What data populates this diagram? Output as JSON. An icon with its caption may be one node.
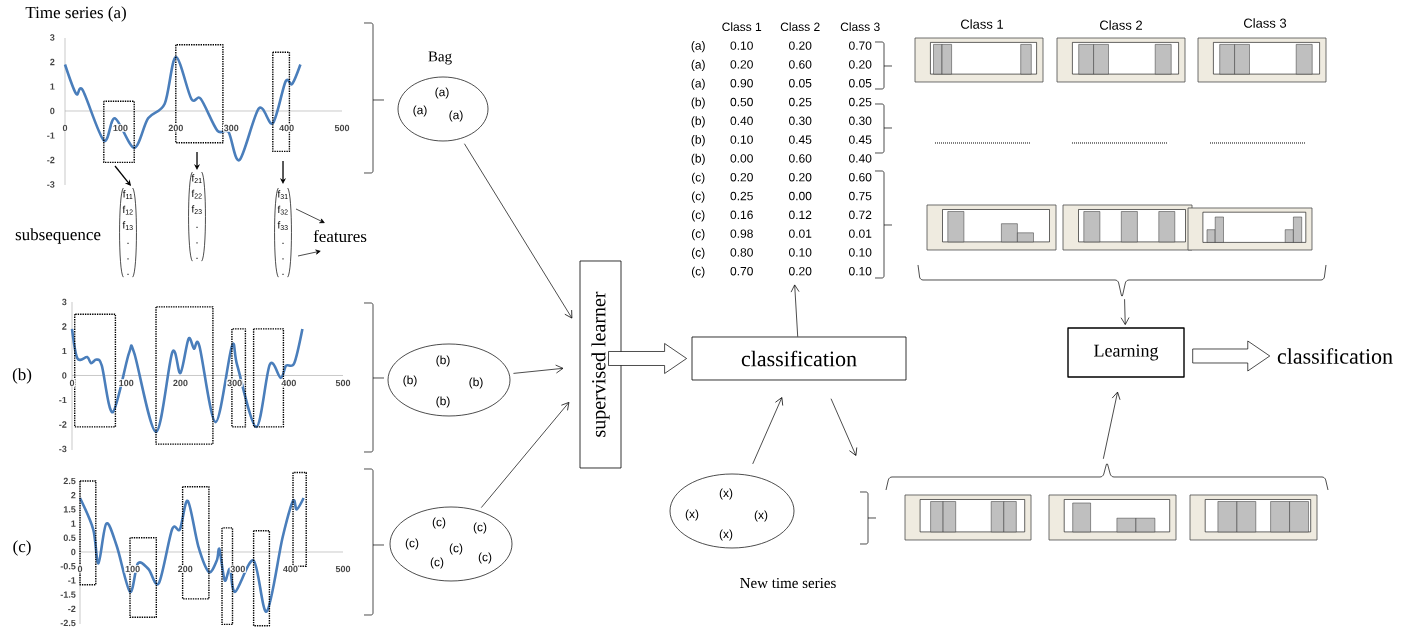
{
  "diagram": {
    "nodes": [
      {
        "text": [
          "(a)",
          "(a)",
          "(a)"
        ],
        "beside": [
          "Bag"
        ]
      },
      {
        "text": [
          "(b)",
          "(b)",
          "(b)",
          "(b)"
        ]
      },
      {
        "text": [
          "(c)",
          "(c)",
          "(c)",
          "(c)",
          "(c)",
          "(c)"
        ]
      },
      {
        "text": [
          "supervised learner"
        ]
      },
      {
        "text": [
          "classification"
        ]
      },
      {
        "text": [
          "Learning"
        ]
      },
      {
        "text": [
          "classification"
        ]
      },
      {
        "text": [
          "(x)",
          "(x)",
          "(x)",
          "(x)"
        ],
        "beside": [
          "New time series"
        ]
      },
      {
        "text": [
          "Class 1",
          "Class 2",
          "Class 3",
          "(a)",
          "0.10",
          "0.20",
          "0.70",
          "(a)",
          "0.20",
          "0.60",
          "0.20",
          "(a)",
          "0.90",
          "0.05",
          "0.05",
          "(b)",
          "0.50",
          "0.25",
          "0.25",
          "(b)",
          "0.40",
          "0.30",
          "0.30",
          "(b)",
          "0.10",
          "0.45",
          "0.45",
          "(b)",
          "0.00",
          "0.60",
          "0.40",
          "(c)",
          "0.20",
          "0.20",
          "0.60",
          "(c)",
          "0.25",
          "0.00",
          "0.75",
          "(c)",
          "0.16",
          "0.12",
          "0.72",
          "(c)",
          "0.98",
          "0.01",
          "0.01",
          "(c)",
          "0.80",
          "0.10",
          "0.10",
          "(c)",
          "0.70",
          "0.20",
          "0.10"
        ]
      },
      {
        "text": [],
        "shape": "picture",
        "beside": [
          "Class 1",
          "Class 2",
          "Class 3"
        ]
      },
      {
        "text": [],
        "shape": "picture"
      }
    ],
    "edges": [
      {
        "from": 0,
        "to": 3,
        "arrow": "to"
      },
      {
        "from": 1,
        "to": 3,
        "arrow": "to"
      },
      {
        "from": 2,
        "to": 3,
        "arrow": "to"
      },
      {
        "from": 3,
        "to": 4,
        "arrow": "to",
        "style": "thick"
      },
      {
        "from": 7,
        "to": 4,
        "arrow": "to"
      },
      {
        "from": 4,
        "to": 8,
        "arrow": "to"
      },
      {
        "from": 4,
        "to": 10,
        "arrow": "to"
      },
      {
        "from": 9,
        "to": 5,
        "arrow": "to"
      },
      {
        "from": 10,
        "to": 5,
        "arrow": "to"
      },
      {
        "from": 5,
        "to": 6,
        "arrow": "to",
        "style": "thick"
      }
    ],
    "labels": [
      "Time series (a)",
      "3",
      "2",
      "1",
      "0",
      "-1",
      "-2",
      "-3",
      "0",
      "100",
      "200",
      "300",
      "400",
      "500",
      "subsequence",
      "f$_{11}$ f$_{12}$ f$_{13}$ . . .",
      "f$_{21}$ f$_{22}$ f$_{23}$ . . .",
      "f$_{31}$ f$_{32}$ f$_{33}$ . . .",
      "features",
      "(b)",
      "3",
      "2",
      "1",
      "0",
      "-1",
      "-2",
      "-3",
      "0",
      "100",
      "200",
      "300",
      "400",
      "500",
      "(c)",
      "2.5",
      "2",
      "1.5",
      "1",
      "0.5",
      "0",
      "-0.5",
      "-1",
      "-1.5",
      "-2",
      "-2.5",
      "0",
      "100",
      "200",
      "300",
      "400",
      "500"
    ]
  }
}
